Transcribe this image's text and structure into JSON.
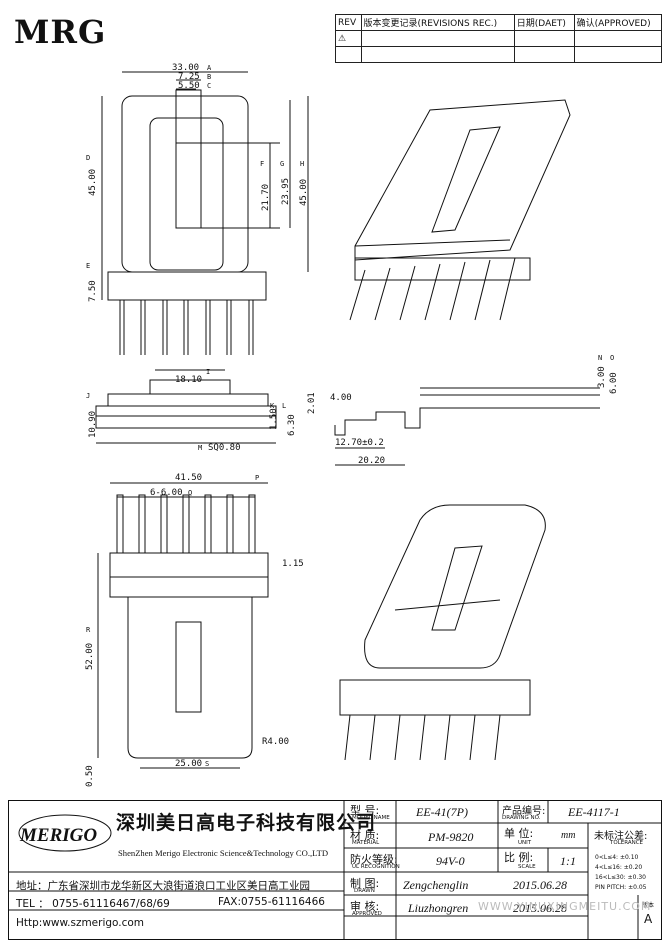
{
  "logo": "MRG",
  "revision_table": {
    "col_rev": "REV",
    "col_rev_desc": "版本变更记录(REVISIONS REC.)",
    "col_date": "日期(DAET)",
    "col_approve": "确认(APPROVED)",
    "rev_mark": "⚠"
  },
  "dimensions": {
    "top_view": [
      "33.00",
      "7.25",
      "5.50",
      "45.00",
      "21.70",
      "23.95",
      "45.00",
      "7.50"
    ],
    "top_view_markers": [
      "A",
      "B",
      "C",
      "D",
      "E",
      "F",
      "G",
      "H"
    ],
    "side_view": [
      "18.10",
      "10.90",
      "1.50",
      "6.30",
      "SQ0.80"
    ],
    "side_view_markers": [
      "I",
      "J",
      "K",
      "L",
      "M"
    ],
    "bottom_view": [
      "41.50",
      "6-6.00",
      "1.15",
      "52.00",
      "R4.00",
      "25.00",
      "0.50"
    ],
    "bottom_view_markers": [
      "P",
      "Q",
      "R",
      "S"
    ],
    "pin_detail": [
      "3.00",
      "6.00",
      "2.01",
      "4.00",
      "12.70±0.2",
      "20.20"
    ],
    "pin_detail_markers": [
      "N",
      "O"
    ]
  },
  "title_block": {
    "company_cn": "深圳美日高电子科技有限公司",
    "company_en": "ShenZhen Merigo Electronic Science&Technology CO.,LTD",
    "brand": "MERIGO",
    "address": "地址：广东省深圳市龙华新区大浪街道浪口工业区美日高工业园",
    "tel": "TEL ： 0755-61116467/68/69",
    "fax": "FAX:0755-61116466",
    "url": "Http:www.szmerigo.com",
    "model_label": "型  号:",
    "model_label_en": "MODEL NAME",
    "model_value": "EE-41(7P)",
    "drawing_no_label": "产品编号:",
    "drawing_no_label_en": "DRAWING NO.",
    "drawing_no_value": "EE-4117-1",
    "material_label": "材  质:",
    "material_label_en": "MATERIAL",
    "material_value": "PM-9820",
    "unit_label": "单  位:",
    "unit_label_en": "UNIT",
    "unit_value": "mm",
    "tolerance_label": "未标注公差:",
    "tolerance_label_en": "TOLERANCE",
    "tolerance_rows": [
      "0<L≤4:  ±0.10",
      "4<L≤16: ±0.20",
      "16<L≤30: ±0.30",
      "PIN PITCH: ±0.05"
    ],
    "ul_label": "防火等级:",
    "ul_label_en": "UL RECOGNITION",
    "ul_value": "94V-0",
    "scale_label": "比  例:",
    "scale_label_en": "SCALE",
    "scale_value": "1:1",
    "drawn_label": "制  图:",
    "drawn_label_en": "DRAWN",
    "drawn_value": "Zengchenglin",
    "drawn_date": "2015.06.28",
    "approved_label": "审  核:",
    "approved_label_en": "APPROVED",
    "approved_value": "Liuzhongren",
    "approved_date": "2015.06.28",
    "version_label": "版本",
    "version_value": "A"
  },
  "watermark": "WWW.YINUXINGMEITU.COM"
}
